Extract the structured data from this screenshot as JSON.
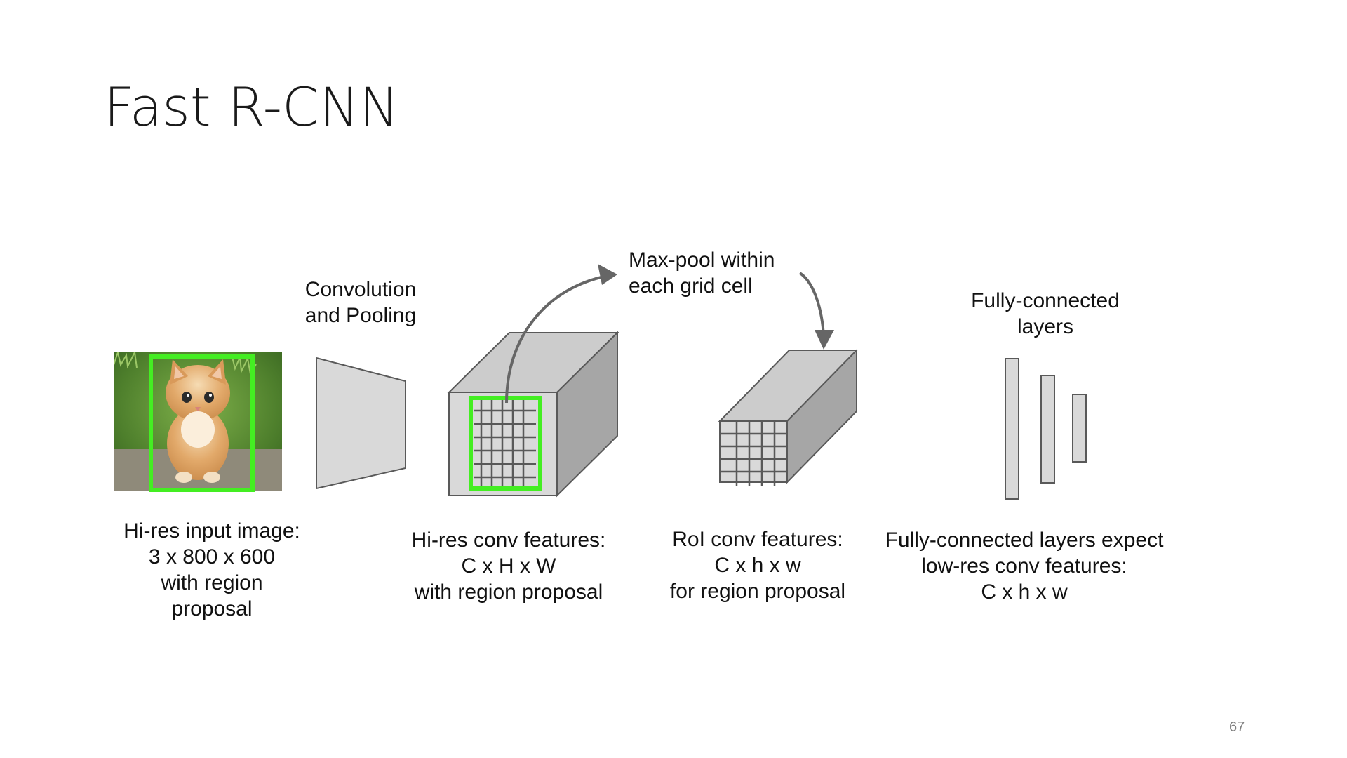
{
  "slide": {
    "title": "Fast R-CNN",
    "page_number": "67"
  },
  "labels": {
    "conv_pool": "Convolution\nand Pooling",
    "maxpool": "Max-pool within\neach grid cell",
    "fc_title": "Fully-connected\nlayers",
    "input_caption": "Hi-res input image:\n3 x 800 x 600\nwith region\nproposal",
    "hires_caption": "Hi-res conv features:\nC x H x W\nwith region proposal",
    "roi_caption": "RoI conv features:\nC x h x w\nfor region proposal",
    "fc_caption": "Fully-connected layers expect\nlow-res conv features:\nC x h x w"
  },
  "colors": {
    "region_box": "#44ee22",
    "block_fill": "#d9d9d9",
    "block_side": "#a6a6a6",
    "block_top": "#cccccc",
    "outline": "#595959",
    "arrow": "#666666",
    "text": "#111111"
  },
  "image": {
    "subject": "kitten-photo"
  }
}
